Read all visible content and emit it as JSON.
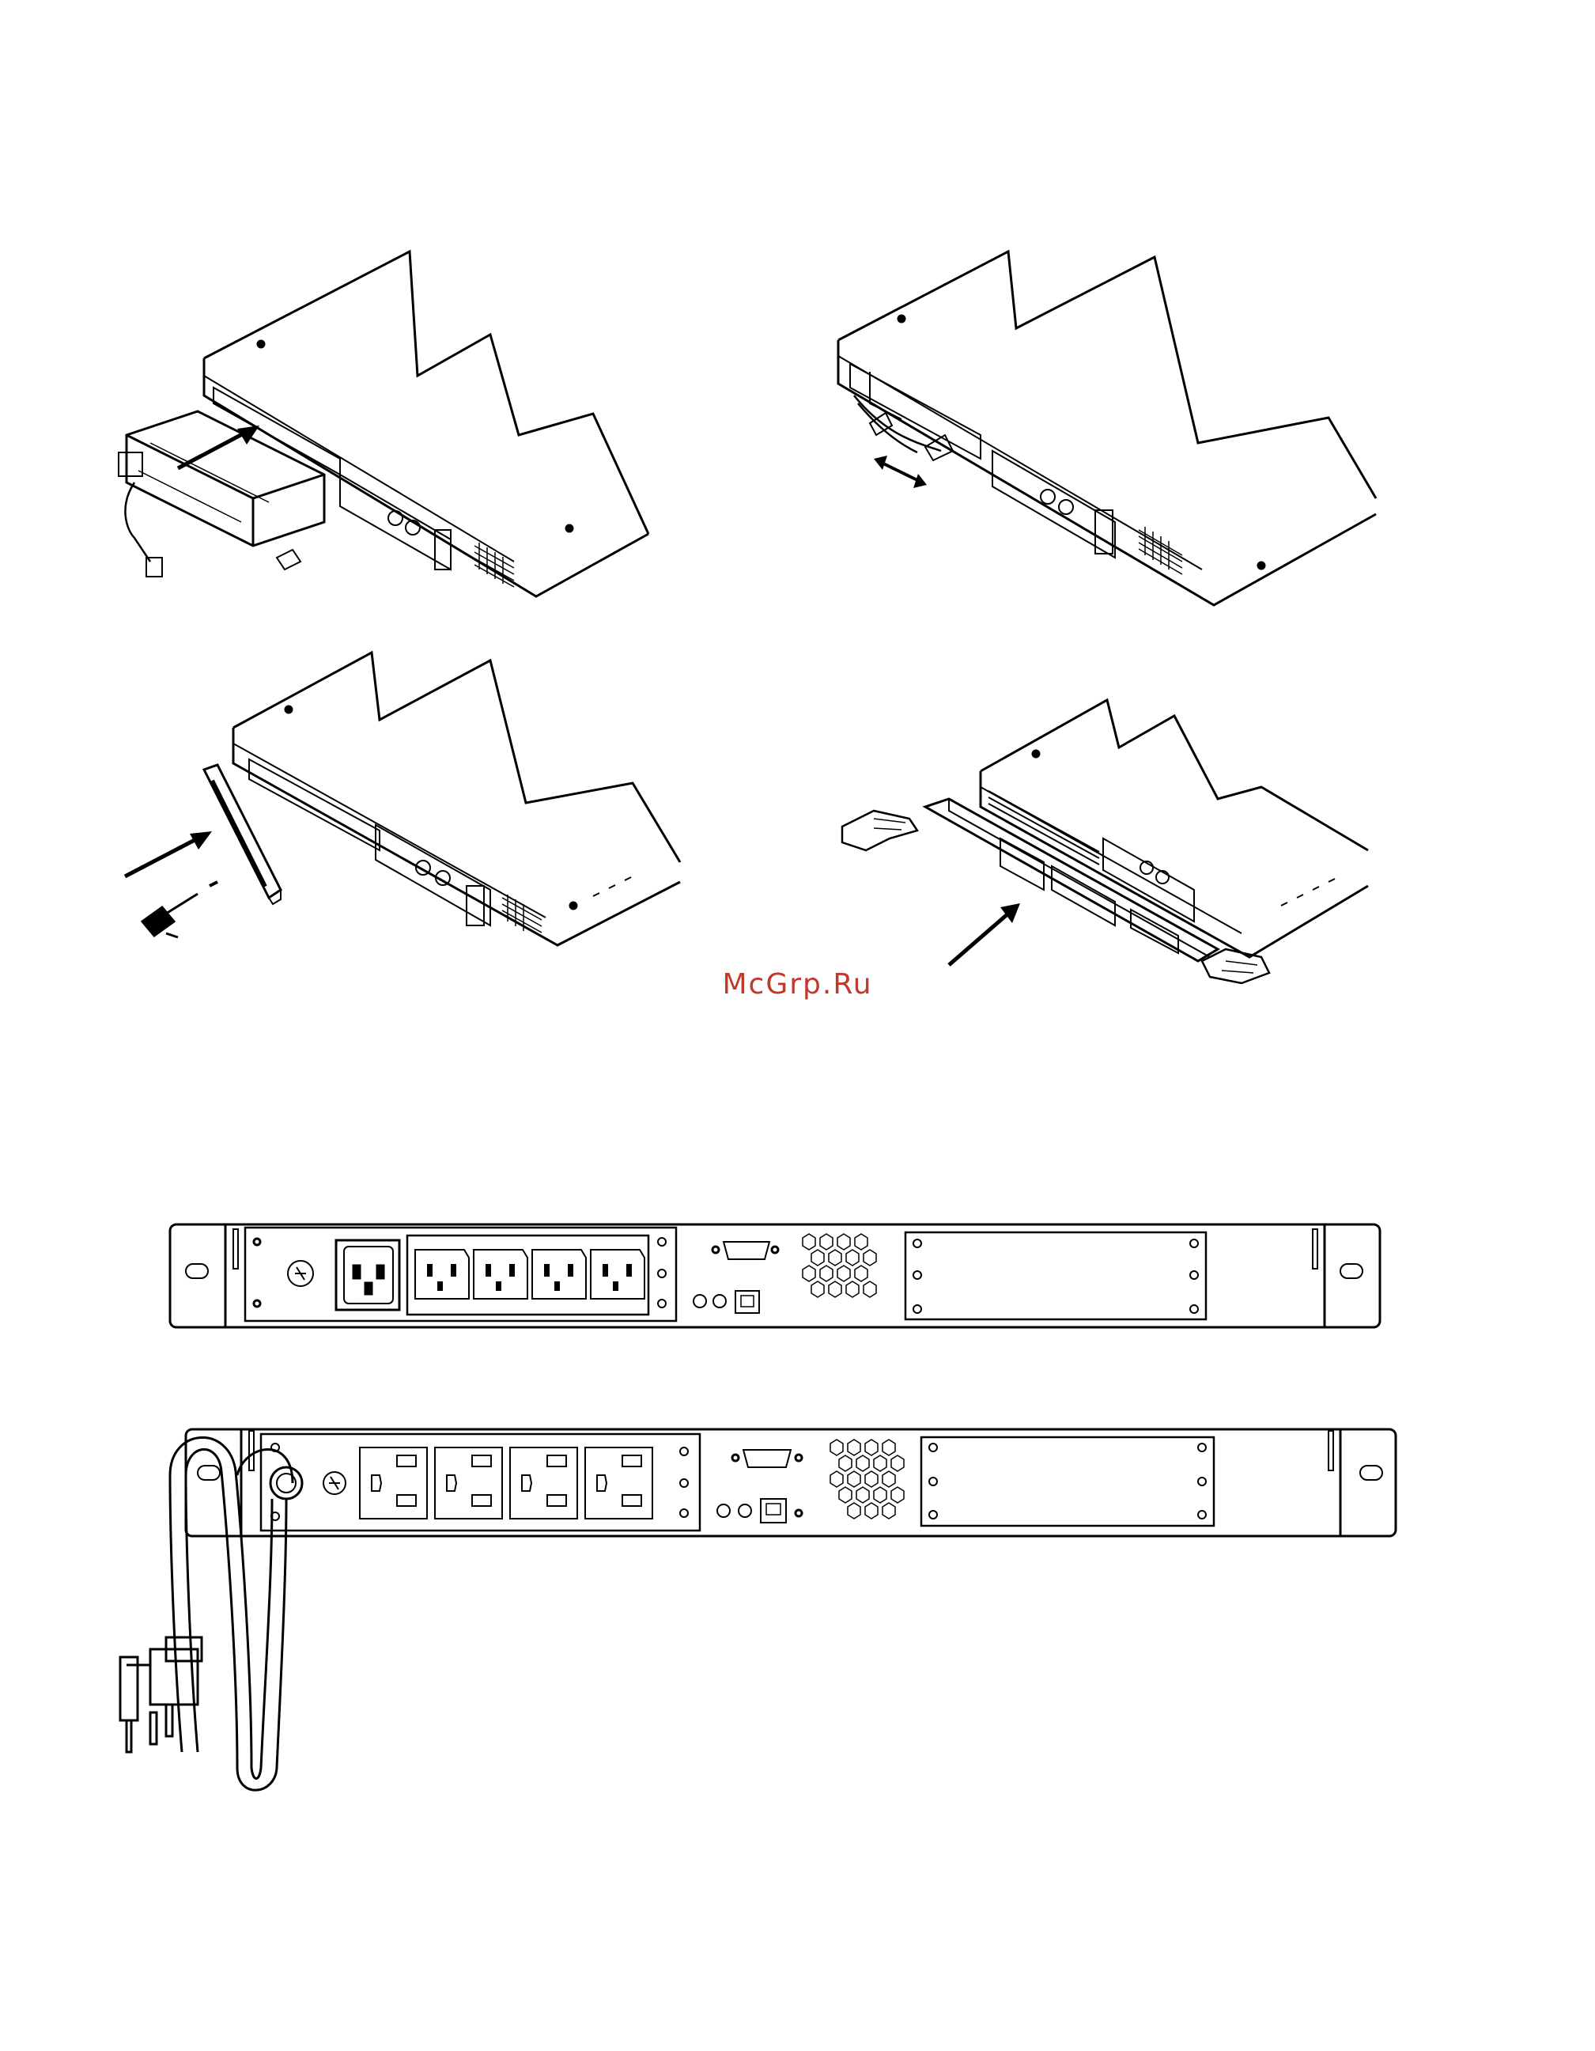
{
  "page": {
    "background": "#ffffff",
    "line_color": "#000000"
  },
  "watermark": {
    "text": "McGrp.Ru",
    "color": "#c0392b"
  },
  "figures": [
    {
      "id": "battery-insert",
      "icon": "battery-pack-insertion-drawing"
    },
    {
      "id": "battery-connect",
      "icon": "battery-connector-drawing"
    },
    {
      "id": "battery-bracket",
      "icon": "battery-cover-bracket-drawing"
    },
    {
      "id": "front-bezel",
      "icon": "front-bezel-installation-drawing"
    },
    {
      "id": "rear-panel-iec",
      "icon": "rear-panel-iec-outlets-drawing",
      "outlet_count": 4
    },
    {
      "id": "rear-panel-nema",
      "icon": "rear-panel-nema-outlets-drawing",
      "outlet_count": 4
    }
  ]
}
